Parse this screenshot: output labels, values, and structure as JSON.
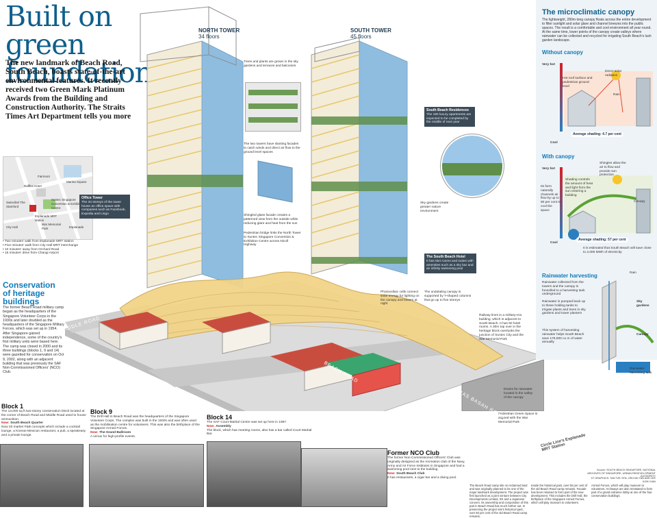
{
  "title": "Built on green foundations",
  "intro": "The new landmark of Beach Road, South Beach, boasts state-of-the-art environmental features. It recently received two Green Mark Platinum Awards from the Building and Construction Authority. The Straits Times Art Department tells you more",
  "north_tower": {
    "name": "NORTH TOWER",
    "floors": "34 floors"
  },
  "south_tower": {
    "name": "SOUTH TOWER",
    "floors": "45 floors"
  },
  "map": {
    "labels": [
      "Raffles Hotel",
      "Suntec Singapore Convention & Exhibition Centre",
      "Esplanade MRT station",
      "War Memorial Park",
      "Fairmont",
      "Swissôtel The Stamford",
      "City Hall",
      "Esplanade",
      "Marina Square"
    ],
    "notes": [
      "• Two minutes' walk from Esplanade MRT station",
      "• Five minutes' walk from City Hall MRT interchange",
      "• 10 minutes' away from Orchard Road",
      "• 15 minutes' drive from Changi Airport"
    ]
  },
  "conservation": {
    "title": "Conservation of heritage buildings",
    "body": "The former Beach Road military camp began as the headquarters of the Singapore Volunteer Corps in the 1930s and later doubled as the headquarters of the Singapore Military Forces, which was set up in 1954. After Singapore gained independence, some of the country's first military units were based here. The camp was closed in 2000 and its three buildings (blocks 1, 9 and 14) were gazetted for conservation on Oct 9, 2002, along with an adjacent building that was previously the SAF Non-Commissioned Officers' (NCO) Club."
  },
  "callouts": {
    "trees": "Trees and plants are grown in the sky gardens and terraces and balconies",
    "south_residences_title": "South Beach Residences",
    "south_residences": "The 190 luxury apartments are expected to be completed by the middle of next year",
    "office_title": "Office Tower",
    "office": "The 34 storeys of the tower house an office space with companies such as Facebook, Expedia and Lingo",
    "louvres": "The two towers have slanting facades to catch winds and direct air flow to the ground level spaces",
    "shingled": "Shingled glass facade creates a patterned view from the outside while reducing glare and heat from the sun",
    "bridge": "Pedestrian bridge links the North Tower to Suntec Singapore Convention & Exhibition Centre across Nicoll Highway",
    "sky_gardens": "Sky gardens create greater nature environment",
    "hotel_title": "The South Beach Hotel",
    "hotel": "It has 654 rooms and suites with amenities such as a sky bar and an infinity swimming pool",
    "canopy_note": "The undulating canopy is supported by Y-shaped columns that go up to five storeys",
    "cells_note": "Photovoltaic cells connect solar energy for lighting on the canopy and towers at night",
    "railway": "Railway lines in a military-era building, which is adjacent to South Beach. It has 60 hotel rooms. A 30m top over in the heritage block overlooks the junction of Suntec City and the War Memorial Park",
    "green_space": "Pedestrian Green Space is aligned with the War Memorial Park",
    "drains": "Drains for rainwater located in the valley of the canopy",
    "mrt": "Circle Line's Esplanade MRT Station"
  },
  "roads": {
    "middle": "MIDDLE ROAD",
    "beach": "BEACH ROAD",
    "bras_basah": "BRAS BASAH ROAD"
  },
  "microclimate": {
    "title": "The microclimatic canopy",
    "body": "The lightweight, 280m-long canopy floats across the entire development to filter sunlight and solar glare and channel breezes into the public spaces. The result is a comfortable and cool environment all year round. At the same time, lower points of the canopy create valleys where rainwater can be collected and recycled for irrigating South Beach's lush garden landscape.",
    "without_title": "Without canopy",
    "without_labels": [
      "Very hot",
      "Hot roof surface and pedestrian ground level",
      "Direct solar radiation",
      "Rain",
      "Cool"
    ],
    "without_shading": "Average shading: 4.7 per cent",
    "with_title": "With canopy",
    "with_labels": [
      "Very hot",
      "Shingles allow the air to flow and provide sun protection",
      "Shading controls the amount of heat and light from the sun entering a building",
      "Its form naturally channels air flow by up to 90 per cent to cool the space",
      "Canopy",
      "Cool"
    ],
    "with_shading": "Average shading: 57 per cent",
    "saving": "It is estimated that South Beach will save close to 2,000 MWh of electricity"
  },
  "rainwater": {
    "title": "Rainwater harvesting",
    "steps": [
      "Rainwater collected from the towers and the canopy is funnelled to a harvesting tank underground",
      "Rainwater is pumped back up to these holding tanks to irrigate plants and trees in sky gardens and tower planters",
      "This system of harvesting rainwater helps South Beach save 179,000 cu m of water annually"
    ],
    "labels": [
      "Rain",
      "Sky gardens",
      "Canopy",
      "Rainwater harvesting tank"
    ]
  },
  "blocks": [
    {
      "title": "Block 1",
      "text": "The 13,000 sq ft two-storey conservation block located at the corner of Beach Road and Middle Road used to house ammunition.",
      "new_label": "Now:",
      "new_name": "South Beach Quarter",
      "new_text": "Now 20 market F&B concepts which include a cocktail lounge, a Korean-Mexican restaurant, a pub, a speakeasy and a private lounge."
    },
    {
      "title": "Block 9",
      "text": "The Drill Hall in Beach Road was the headquarters of the Singapore Volunteer Corps. The complex was built in the 1930s and was often used as the mobilisation centre for volunteers. This was also the birthplace of the Singapore Armed Forces.",
      "new_label": "Now:",
      "new_name": "The Grand Ballroom",
      "new_text": "A venue for high-profile events."
    },
    {
      "title": "Block 14",
      "text": "The SAF Court-Martial Centre was set up here in 1967.",
      "new_label": "Now:",
      "new_name": "Assembly",
      "new_text": "The block, which has meeting rooms, also has a bar called Court Martial Bar."
    },
    {
      "title": "Former NCO Club",
      "text": "The former Non-Commissioned Officers' Club was originally designed as the recreation club of the Navy, Army and Air Force Institutes in Singapore and had a swimming pool next to the building.",
      "new_label": "Now:",
      "new_name": "South Beach Club",
      "new_text": "It has restaurants, a cigar bar and a diving pool."
    }
  ],
  "bottom_notes": [
    "The Beach Road camp sits on reclaimed land and was originally planned to be one of the major landmark development. The project was first launched as a joint venture between City Developments Limited, IOI and a Japanese concern. Its ownership and composition of this part in Beach Road has much further out. In preserving the project site's historical past, over 50 per cent of the old Beach Road camp remains.",
    "Inside the historical past, over 50 per cent of the old Beach Road camp remains. Facade has been retained to form part of the new development. This includes the Drill Hall, the birthplace of the Singapore Armed Forces, which will play museum to volunteers.",
    "Armed Forces, which will play museum to volunteers. Archways are also reinstated to form part of a grand entrance lobby at one of the four conservation buildings."
  ],
  "source": "Source: SOUTH BEACH SINGAPORE, NATIONAL ARCHIVES OF SINGAPORE, URBAN REDEVELOPMENT AUTHORITY",
  "credit": "ST GRAPHICS: TAN TZE-TEN, ORCHID TAN AND LEE KIOK KIAN",
  "colors": {
    "title_blue": "#0f5f8c",
    "accent_blue": "#0f7ab8",
    "tower_blue": "#8fbde0",
    "canopy": "#f2d488",
    "roof_red": "#c94d3f",
    "road": "#d6d6d6"
  }
}
